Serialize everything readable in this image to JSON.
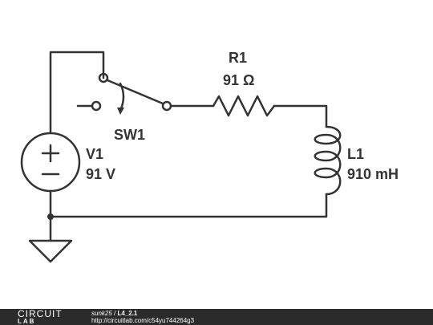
{
  "components": {
    "switch": {
      "name": "SW1"
    },
    "resistor": {
      "name": "R1",
      "value": "91 Ω"
    },
    "inductor": {
      "name": "L1",
      "value": "910 mH"
    },
    "source": {
      "name": "V1",
      "value": "91 V"
    }
  },
  "footer": {
    "logo_top": "CIRCUIT",
    "logo_bottom": "LAB",
    "author": "sunk25",
    "separator": " / ",
    "title": "L4_2.1",
    "url": "http://circuitlab.com/c54yu744264g3"
  }
}
